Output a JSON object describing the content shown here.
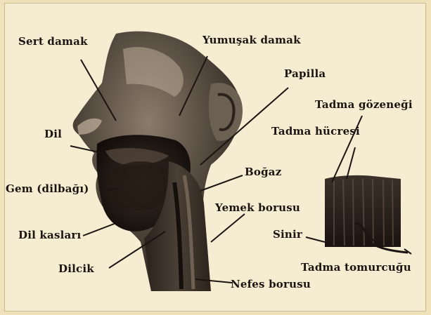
{
  "labels": {
    "sert_damak": "Sert damak",
    "yumusak_damak": "Yumuşak damak",
    "papilla": "Papilla",
    "tadma_gozenegi": "Tadma gözeneği",
    "tadma_hucresi": "Tadma hücresi",
    "dil": "Dil",
    "bogaz": "Boğaz",
    "gem": "Gem (dilbağı)",
    "yemek_borusu": "Yemek borusu",
    "sinir": "Sinir",
    "dil_kaslari": "Dil kasları",
    "dilcik": "Dilcik",
    "tadma_tomurcugu": "Tadma tomurcuğu",
    "nefes_borusu": "Nefes borusu"
  },
  "colors": {
    "paper": "#f6ecd2",
    "ink": "#1b1410"
  }
}
